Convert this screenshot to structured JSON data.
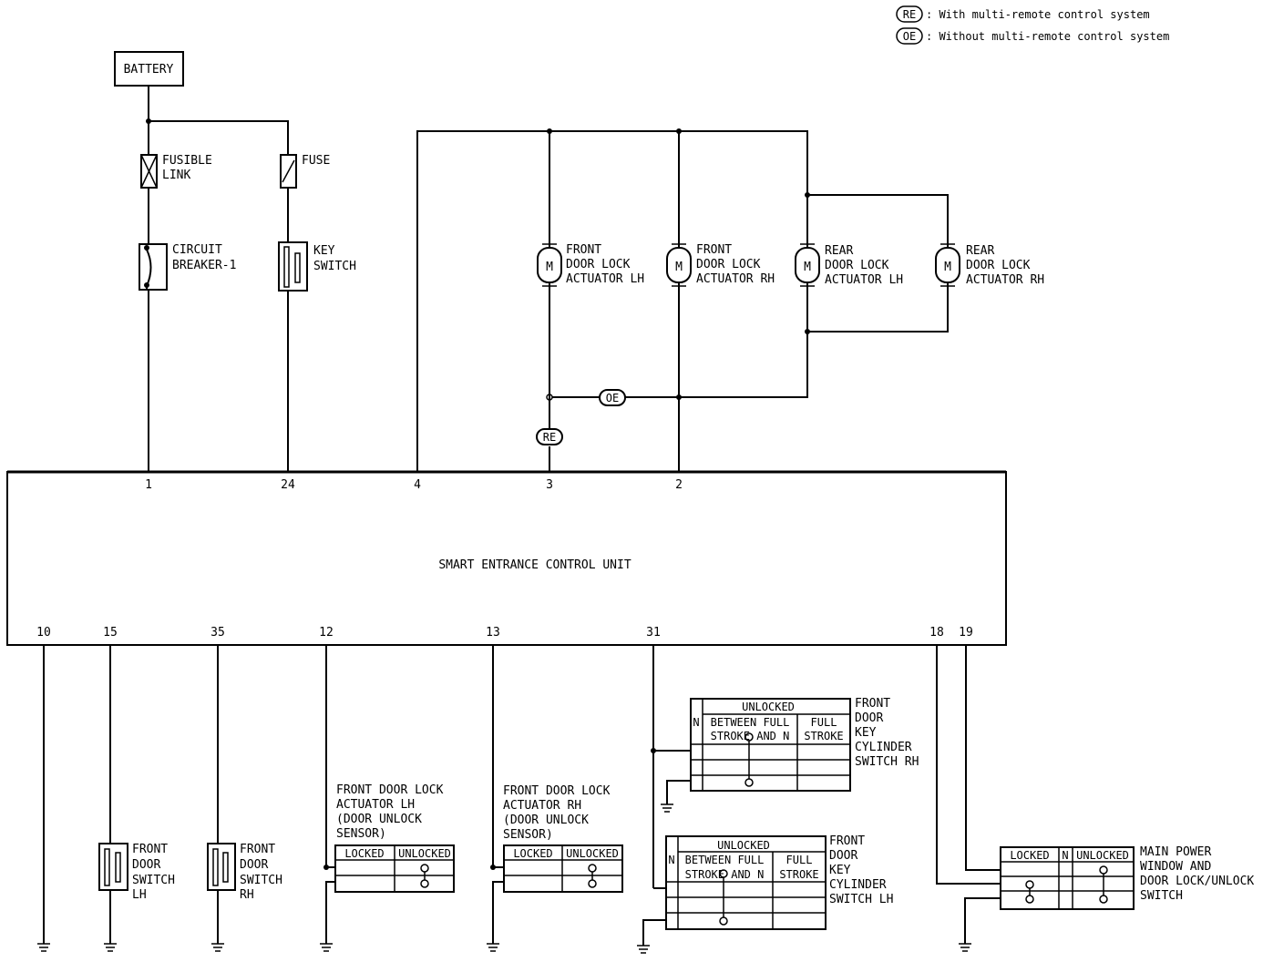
{
  "legend": {
    "re": {
      "tag": "RE",
      "text": ": With multi-remote control system"
    },
    "oe": {
      "tag": "OE",
      "text": ": Without multi-remote control system"
    }
  },
  "components": {
    "battery": "BATTERY",
    "fusible_link": [
      "FUSIBLE",
      "LINK"
    ],
    "fuse": "FUSE",
    "circuit_breaker": [
      "CIRCUIT",
      "BREAKER-1"
    ],
    "key_switch": [
      "KEY",
      "SWITCH"
    ],
    "motor_symbol": "M",
    "actuators": [
      [
        "FRONT",
        "DOOR LOCK",
        "ACTUATOR LH"
      ],
      [
        "FRONT",
        "DOOR LOCK",
        "ACTUATOR RH"
      ],
      [
        "REAR",
        "DOOR LOCK",
        "ACTUATOR LH"
      ],
      [
        "REAR",
        "DOOR LOCK",
        "ACTUATOR RH"
      ]
    ],
    "control_unit": "SMART ENTRANCE CONTROL UNIT",
    "front_door_switch_lh": [
      "FRONT",
      "DOOR",
      "SWITCH",
      "LH"
    ],
    "front_door_switch_rh": [
      "FRONT",
      "DOOR",
      "SWITCH",
      "RH"
    ],
    "sensor_lh": [
      "FRONT DOOR LOCK",
      "ACTUATOR LH",
      "(DOOR UNLOCK",
      "SENSOR)"
    ],
    "sensor_rh": [
      "FRONT DOOR LOCK",
      "ACTUATOR RH",
      "(DOOR UNLOCK",
      "SENSOR)"
    ],
    "key_cyl_rh": [
      "FRONT",
      "DOOR",
      "KEY",
      "CYLINDER",
      "SWITCH RH"
    ],
    "key_cyl_lh": [
      "FRONT",
      "DOOR",
      "KEY",
      "CYLINDER",
      "SWITCH LH"
    ],
    "main_power": [
      "MAIN POWER",
      "WINDOW AND",
      "DOOR LOCK/UNLOCK",
      "SWITCH"
    ]
  },
  "top_pins": [
    "1",
    "24",
    "4",
    "3",
    "2"
  ],
  "bottom_pins": [
    "10",
    "15",
    "35",
    "12",
    "13",
    "31",
    "18",
    "19"
  ],
  "tables": {
    "locked": "LOCKED",
    "unlocked": "UNLOCKED",
    "n": "N",
    "between": [
      "BETWEEN FULL",
      "STROKE AND N"
    ],
    "full": [
      "FULL",
      "STROKE"
    ]
  }
}
